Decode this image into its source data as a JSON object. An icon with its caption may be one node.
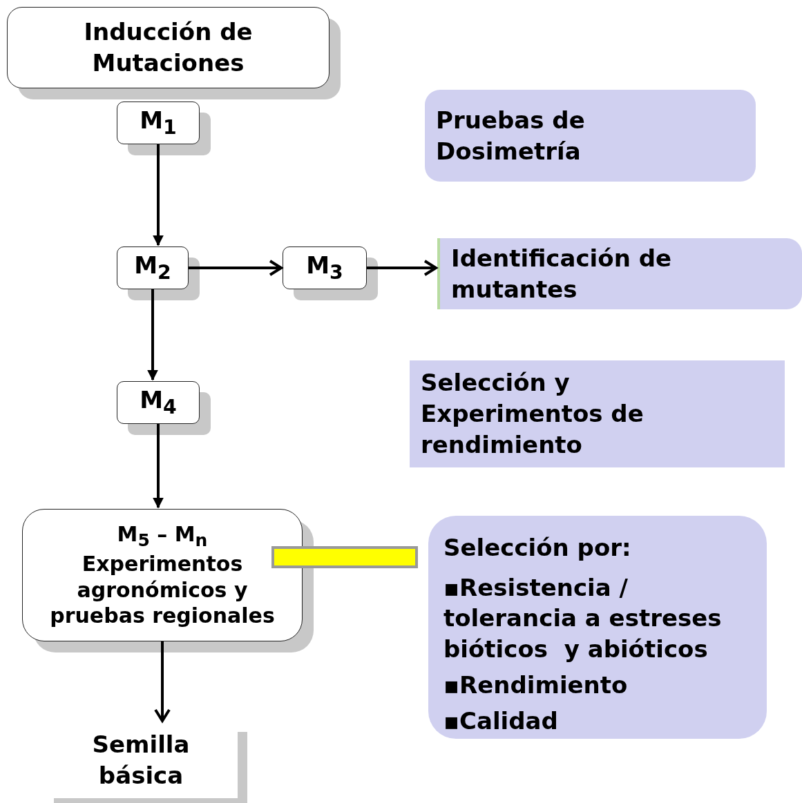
{
  "diagram": {
    "nodes": [
      {
        "text": [
          "Inducción de Mutaciones"
        ]
      },
      {
        "text": [
          "M$_{1}$"
        ]
      },
      {
        "text": [
          "Pruebas de Dosimetría"
        ]
      },
      {
        "text": [
          "M$_{2}$"
        ]
      },
      {
        "text": [
          "M$_{3}$"
        ]
      },
      {
        "text": [
          "Identificación de mutantes"
        ]
      },
      {
        "text": [
          "M$_{4}$"
        ]
      },
      {
        "text": [
          "Selección y Experimentos de rendimiento"
        ]
      },
      {
        "text": [
          "M$_{5}$ – M$_{n}$",
          "Experimentos agronómicos y pruebas regionales"
        ]
      },
      {
        "text": [],
        "shape": "bar"
      },
      {
        "text": [
          "Selección por:",
          "▪Resistencia / tolerancia a estreses bióticos  y abióticos",
          "▪Rendimiento",
          "▪Calidad"
        ]
      },
      {
        "text": [
          "Semilla básica"
        ]
      }
    ],
    "edges": [
      {
        "from": 1,
        "to": 3,
        "arrow": "to"
      },
      {
        "from": 3,
        "to": 4,
        "arrow": "to"
      },
      {
        "from": 4,
        "to": 5,
        "arrow": "to"
      },
      {
        "from": 3,
        "to": 6,
        "arrow": "to"
      },
      {
        "from": 6,
        "to": 8,
        "arrow": "to"
      },
      {
        "from": 8,
        "to": 11,
        "arrow": "to"
      }
    ]
  }
}
